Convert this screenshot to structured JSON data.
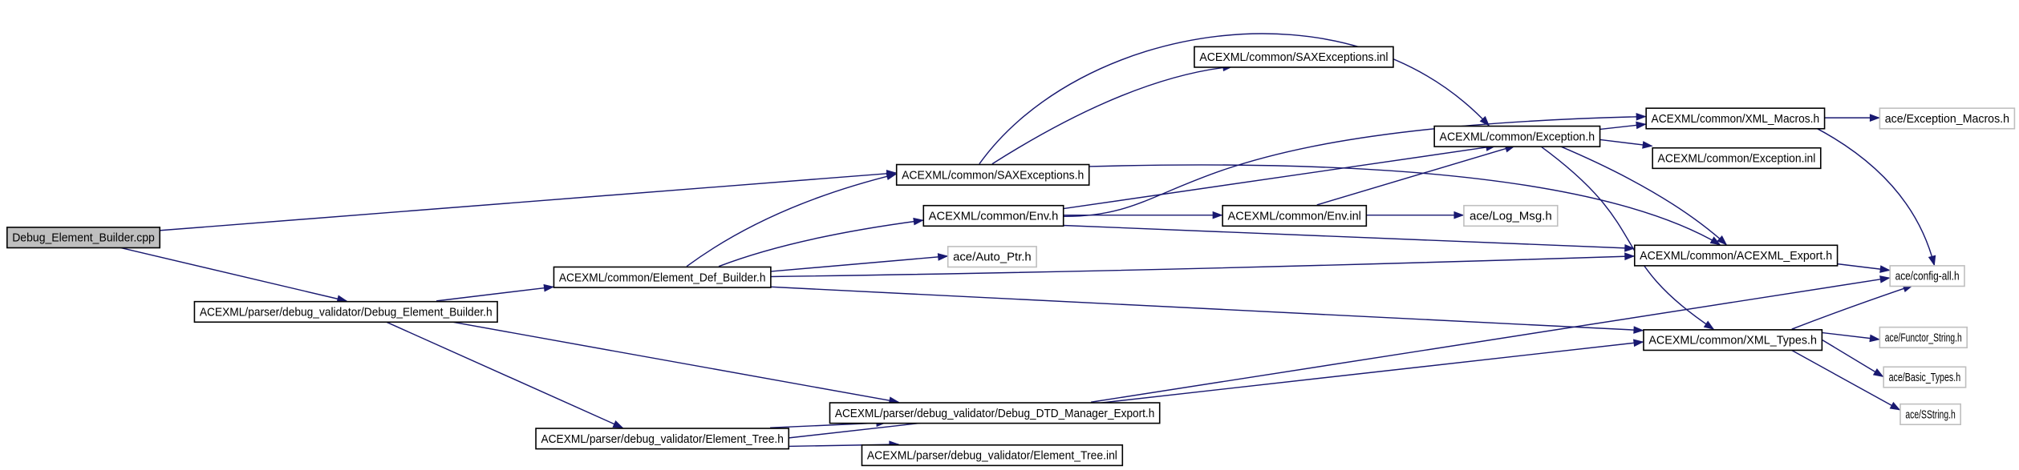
{
  "diagram": {
    "type": "include-dependency-graph",
    "root": "cpp",
    "colors": {
      "edge": "#191970",
      "root_fill": "#bfbfbf",
      "internal_border": "#000000",
      "external_border": "#bfbfbf"
    },
    "nodes": [
      {
        "id": "cpp",
        "label": "Debug_Element_Builder.cpp",
        "kind": "root"
      },
      {
        "id": "deb_h",
        "label": "ACEXML/parser/debug_validator/Debug_Element_Builder.h",
        "kind": "internal"
      },
      {
        "id": "edb",
        "label": "ACEXML/common/Element_Def_Builder.h",
        "kind": "internal"
      },
      {
        "id": "autoptr",
        "label": "ace/Auto_Ptr.h",
        "kind": "external"
      },
      {
        "id": "saxh",
        "label": "ACEXML/common/SAXExceptions.h",
        "kind": "internal"
      },
      {
        "id": "saxinl",
        "label": "ACEXML/common/SAXExceptions.inl",
        "kind": "internal"
      },
      {
        "id": "envh",
        "label": "ACEXML/common/Env.h",
        "kind": "internal"
      },
      {
        "id": "envinl",
        "label": "ACEXML/common/Env.inl",
        "kind": "internal"
      },
      {
        "id": "logmsg",
        "label": "ace/Log_Msg.h",
        "kind": "external"
      },
      {
        "id": "exch",
        "label": "ACEXML/common/Exception.h",
        "kind": "internal"
      },
      {
        "id": "xmlmacros",
        "label": "ACEXML/common/XML_Macros.h",
        "kind": "internal"
      },
      {
        "id": "excmacros",
        "label": "ace/Exception_Macros.h",
        "kind": "external"
      },
      {
        "id": "excinl",
        "label": "ACEXML/common/Exception.inl",
        "kind": "internal"
      },
      {
        "id": "export",
        "label": "ACEXML/common/ACEXML_Export.h",
        "kind": "internal"
      },
      {
        "id": "configall",
        "label": "ace/config-all.h",
        "kind": "external"
      },
      {
        "id": "dtdexport",
        "label": "ACEXML/parser/debug_validator/Debug_DTD_Manager_Export.h",
        "kind": "internal"
      },
      {
        "id": "etreeh",
        "label": "ACEXML/parser/debug_validator/Element_Tree.h",
        "kind": "internal"
      },
      {
        "id": "etreeinl",
        "label": "ACEXML/parser/debug_validator/Element_Tree.inl",
        "kind": "internal"
      },
      {
        "id": "xmltypes",
        "label": "ACEXML/common/XML_Types.h",
        "kind": "internal"
      },
      {
        "id": "functor",
        "label": "ace/Functor_String.h",
        "kind": "external"
      },
      {
        "id": "basictypes",
        "label": "ace/Basic_Types.h",
        "kind": "external"
      },
      {
        "id": "sstring",
        "label": "ace/SString.h",
        "kind": "external"
      }
    ],
    "edges": [
      {
        "from": "cpp",
        "to": "deb_h"
      },
      {
        "from": "cpp",
        "to": "saxh"
      },
      {
        "from": "deb_h",
        "to": "edb"
      },
      {
        "from": "deb_h",
        "to": "dtdexport"
      },
      {
        "from": "deb_h",
        "to": "etreeh"
      },
      {
        "from": "edb",
        "to": "saxh"
      },
      {
        "from": "edb",
        "to": "envh"
      },
      {
        "from": "edb",
        "to": "autoptr"
      },
      {
        "from": "edb",
        "to": "export"
      },
      {
        "from": "edb",
        "to": "xmltypes"
      },
      {
        "from": "saxh",
        "to": "saxinl"
      },
      {
        "from": "saxh",
        "to": "exch"
      },
      {
        "from": "saxh",
        "to": "export"
      },
      {
        "from": "envh",
        "to": "exch"
      },
      {
        "from": "envh",
        "to": "xmlmacros"
      },
      {
        "from": "envh",
        "to": "envinl"
      },
      {
        "from": "envh",
        "to": "export"
      },
      {
        "from": "envinl",
        "to": "exch"
      },
      {
        "from": "envinl",
        "to": "logmsg"
      },
      {
        "from": "exch",
        "to": "xmlmacros"
      },
      {
        "from": "exch",
        "to": "excinl"
      },
      {
        "from": "exch",
        "to": "export"
      },
      {
        "from": "exch",
        "to": "xmltypes"
      },
      {
        "from": "xmlmacros",
        "to": "excmacros"
      },
      {
        "from": "xmlmacros",
        "to": "configall"
      },
      {
        "from": "export",
        "to": "configall"
      },
      {
        "from": "dtdexport",
        "to": "configall"
      },
      {
        "from": "etreeh",
        "to": "dtdexport"
      },
      {
        "from": "etreeh",
        "to": "xmltypes"
      },
      {
        "from": "etreeh",
        "to": "etreeinl"
      },
      {
        "from": "xmltypes",
        "to": "configall"
      },
      {
        "from": "xmltypes",
        "to": "functor"
      },
      {
        "from": "xmltypes",
        "to": "basictypes"
      },
      {
        "from": "xmltypes",
        "to": "sstring"
      }
    ]
  }
}
